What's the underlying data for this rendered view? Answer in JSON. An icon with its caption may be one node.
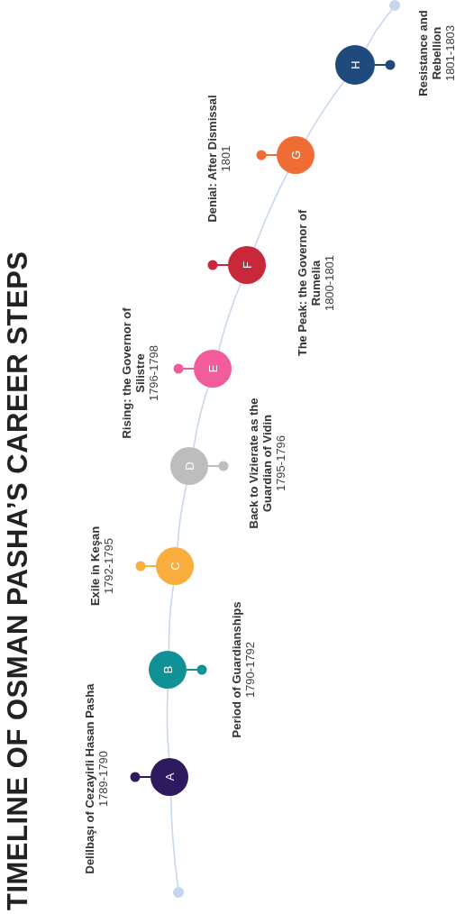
{
  "diagram": {
    "title": "TIMELINE OF OSMAN PASHA’S CAREER STEPS",
    "nodes": [
      {
        "text": [],
        "shape": "circle"
      },
      {
        "text": [
          "A"
        ],
        "beside": [
          "Delilbaşı of Cezayirli Hasan Pasha",
          "1789-1790"
        ]
      },
      {
        "text": [
          "B"
        ],
        "beside": [
          "Period of Guardianships",
          "1790-1792"
        ]
      },
      {
        "text": [
          "C"
        ],
        "beside": [
          "Exile in Keşan",
          "1792-1795"
        ]
      },
      {
        "text": [
          "D"
        ],
        "beside": [
          "Back to Vizierate as the Guardian of Vidin",
          "1795-1796"
        ]
      },
      {
        "text": [
          "E"
        ],
        "beside": [
          "Rising: the Governor of Silistre",
          "1796-1798"
        ]
      },
      {
        "text": [
          "F"
        ],
        "beside": [
          "The Peak: the Governor of Rumelia",
          "1800-1801"
        ]
      },
      {
        "text": [
          "G"
        ],
        "beside": [
          "Denial: After Dismissal",
          "1801"
        ]
      },
      {
        "text": [
          "H"
        ],
        "beside": [
          "Resistance and Rebellion",
          "1801-1803"
        ]
      },
      {
        "text": [],
        "shape": "circle"
      }
    ],
    "edges": [
      {
        "from": 0,
        "to": 1,
        "arrow": "none"
      },
      {
        "from": 1,
        "to": 2,
        "arrow": "none"
      },
      {
        "from": 2,
        "to": 3,
        "arrow": "none"
      },
      {
        "from": 3,
        "to": 4,
        "arrow": "none"
      },
      {
        "from": 4,
        "to": 5,
        "arrow": "none"
      },
      {
        "from": 5,
        "to": 6,
        "arrow": "none"
      },
      {
        "from": 6,
        "to": 7,
        "arrow": "none"
      },
      {
        "from": 7,
        "to": 8,
        "arrow": "none"
      },
      {
        "from": 8,
        "to": 9,
        "arrow": "none"
      }
    ]
  }
}
